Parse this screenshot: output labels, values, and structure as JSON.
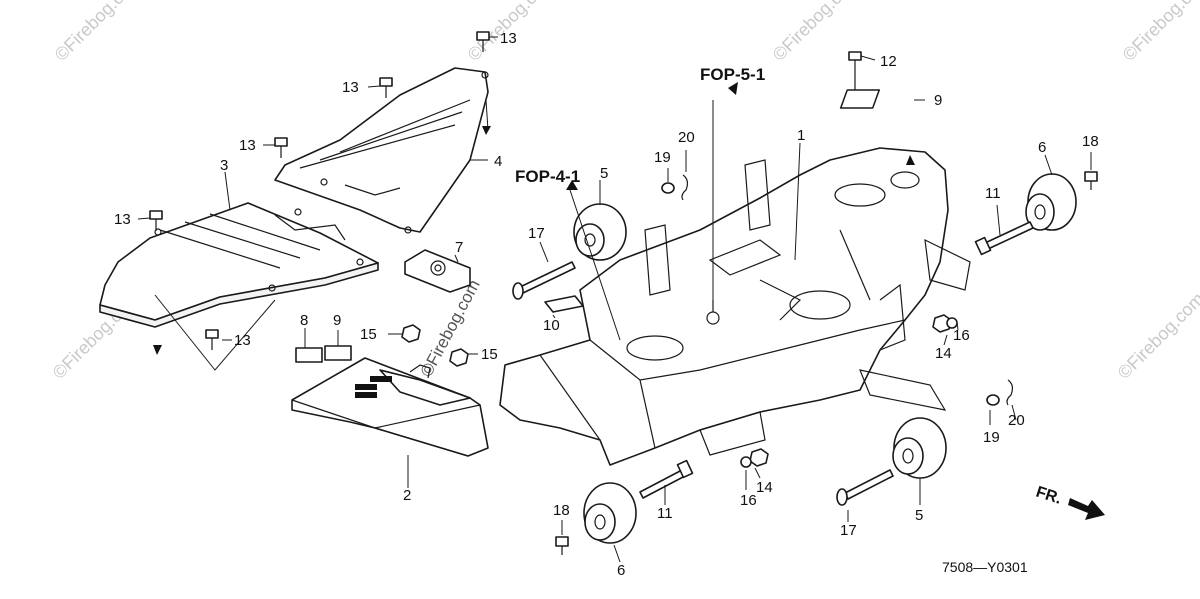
{
  "diagram": {
    "code": "7508—Y0301",
    "direction_label": "FR.",
    "references": [
      "FOP-5-1",
      "FOP-4-1"
    ],
    "watermark": "©Firebog.com",
    "callouts": {
      "c1": "1",
      "c2": "2",
      "c3": "3",
      "c4": "4",
      "c5a": "5",
      "c5b": "5",
      "c6a": "6",
      "c6b": "6",
      "c7": "7",
      "c8": "8",
      "c9a": "9",
      "c9b": "9",
      "c10": "10",
      "c11a": "11",
      "c11b": "11",
      "c12": "12",
      "c13a": "13",
      "c13b": "13",
      "c13c": "13",
      "c13d": "13",
      "c13e": "13",
      "c14a": "14",
      "c14b": "14",
      "c15a": "15",
      "c15b": "15",
      "c16a": "16",
      "c16b": "16",
      "c17a": "17",
      "c17b": "17",
      "c18a": "18",
      "c18b": "18",
      "c19a": "19",
      "c19b": "19",
      "c20a": "20",
      "c20b": "20"
    }
  }
}
